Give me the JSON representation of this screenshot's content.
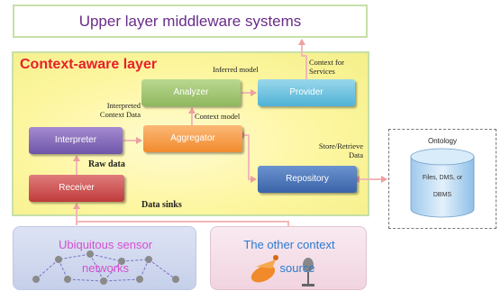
{
  "upper_layer": "Upper layer middleware systems",
  "context_layer": {
    "title": "Context-aware layer",
    "boxes": {
      "analyzer": "Analyzer",
      "provider": "Provider",
      "aggregator": "Aggregator",
      "interpreter": "Interpreter",
      "receiver": "Receiver",
      "repository": "Repository"
    },
    "labels": {
      "inferred_model": "Inferred model",
      "context_for_services_1": "Context for",
      "context_for_services_2": "Services",
      "interpreted_1": "Interpreted",
      "interpreted_2": "Context Data",
      "context_model": "Context model",
      "raw_data": "Raw data",
      "store_retrieve_1": "Store/Retrieve",
      "store_retrieve_2": "Data",
      "data_sinks": "Data sinks"
    }
  },
  "sources": {
    "sensor_1": "Ubiquitous sensor",
    "sensor_2": "networks",
    "other_1": "The other context",
    "other_2": "source"
  },
  "ontology": {
    "title": "Ontology",
    "line1": "Files, DMS, or",
    "line2": "DBMS"
  },
  "colors": {
    "arrow": "#f2b8b8",
    "context_title": "#e8202a",
    "upper_text": "#6a2c8a",
    "source_text": "#d64fd0",
    "other_text": "#2a7ad0"
  }
}
